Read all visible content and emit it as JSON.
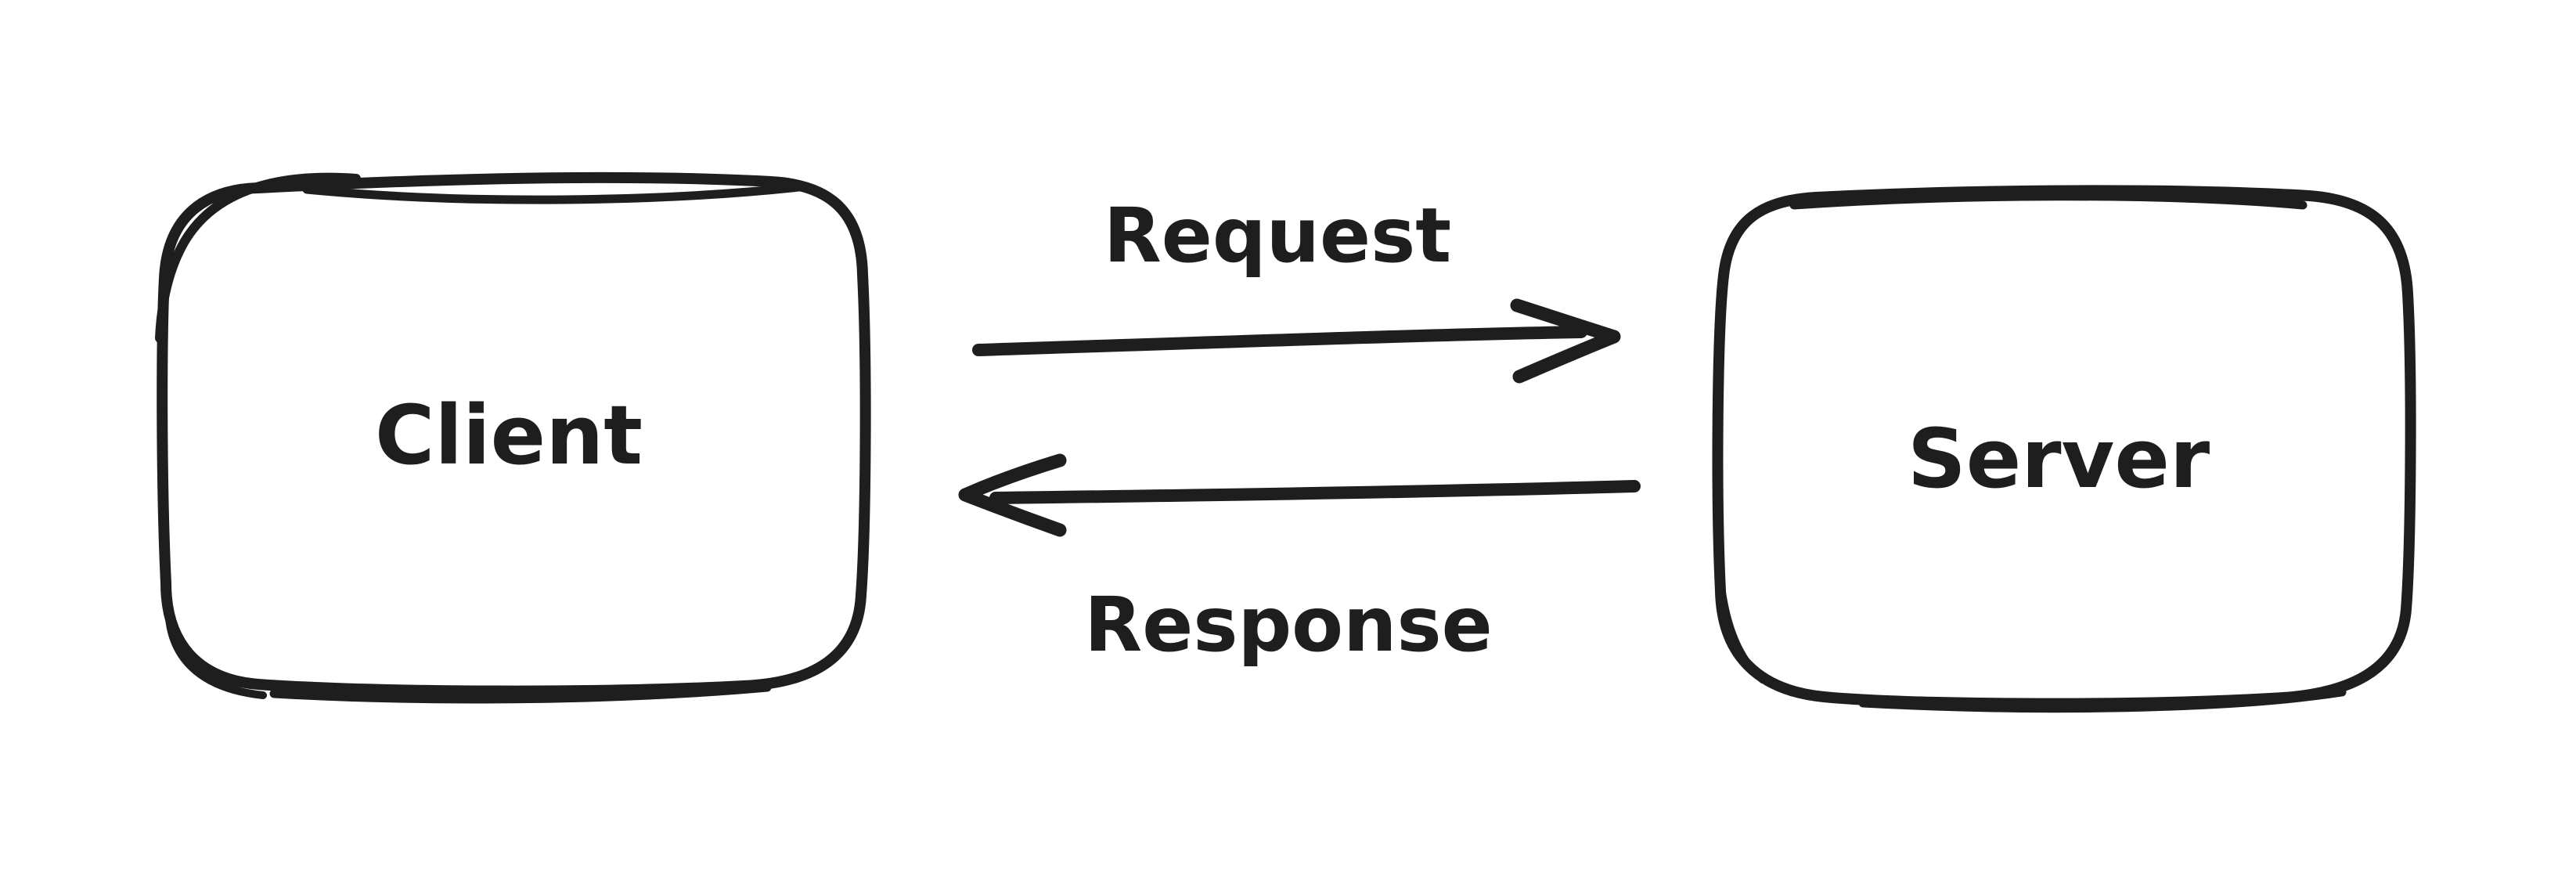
{
  "canvas": {
    "background": "#ffffff",
    "ink": "#1e1e1e"
  },
  "diagram": {
    "type": "flow",
    "style": "hand-drawn-sketch",
    "nodes": [
      {
        "id": "client",
        "label": "Client",
        "shape": "rounded-rectangle"
      },
      {
        "id": "server",
        "label": "Server",
        "shape": "rounded-rectangle"
      }
    ],
    "edges": [
      {
        "id": "request",
        "label": "Request",
        "from": "client",
        "to": "server",
        "direction": "right",
        "label_position": "above-arrow"
      },
      {
        "id": "response",
        "label": "Response",
        "from": "server",
        "to": "client",
        "direction": "left",
        "label_position": "below-arrow"
      }
    ]
  }
}
